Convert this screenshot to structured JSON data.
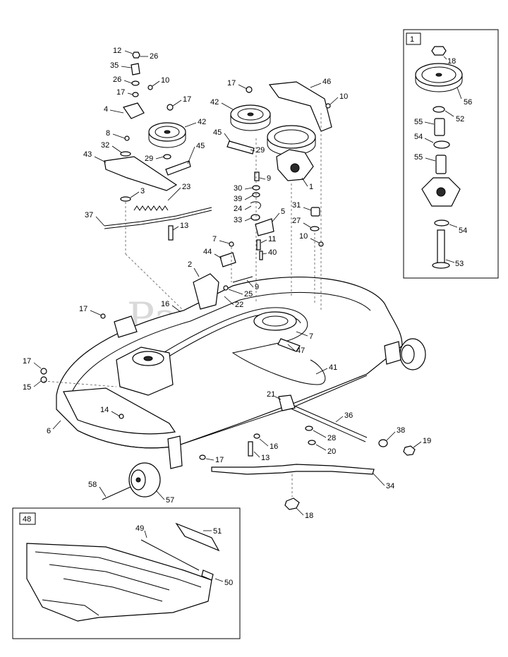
{
  "watermark": "PartsTree",
  "insets": {
    "spindle": {
      "title": "1"
    },
    "baffle": {
      "title": "48"
    }
  },
  "labels": {
    "p1": "1",
    "p2": "2",
    "p3": "3",
    "p4": "4",
    "p5": "5",
    "p6": "6",
    "p7": "7",
    "p8": "8",
    "p9": "9",
    "p10": "10",
    "p11": "11",
    "p12": "12",
    "p13": "13",
    "p14": "14",
    "p15": "15",
    "p16": "16",
    "p17": "17",
    "p18": "18",
    "p19": "19",
    "p20": "20",
    "p21": "21",
    "p22": "22",
    "p23": "23",
    "p24": "24",
    "p25": "25",
    "p26": "26",
    "p27": "27",
    "p28": "28",
    "p29": "29",
    "p30": "30",
    "p31": "31",
    "p32": "32",
    "p33": "33",
    "p34": "34",
    "p35": "35",
    "p36": "36",
    "p37": "37",
    "p38": "38",
    "p39": "39",
    "p40": "40",
    "p41": "41",
    "p42": "42",
    "p43": "43",
    "p44": "44",
    "p45": "45",
    "p46": "46",
    "p47": "47",
    "p48": "48",
    "p49": "49",
    "p50": "50",
    "p51": "51",
    "p52": "52",
    "p53": "53",
    "p54": "54",
    "p55": "55",
    "p56": "56",
    "p57": "57",
    "p58": "58"
  }
}
